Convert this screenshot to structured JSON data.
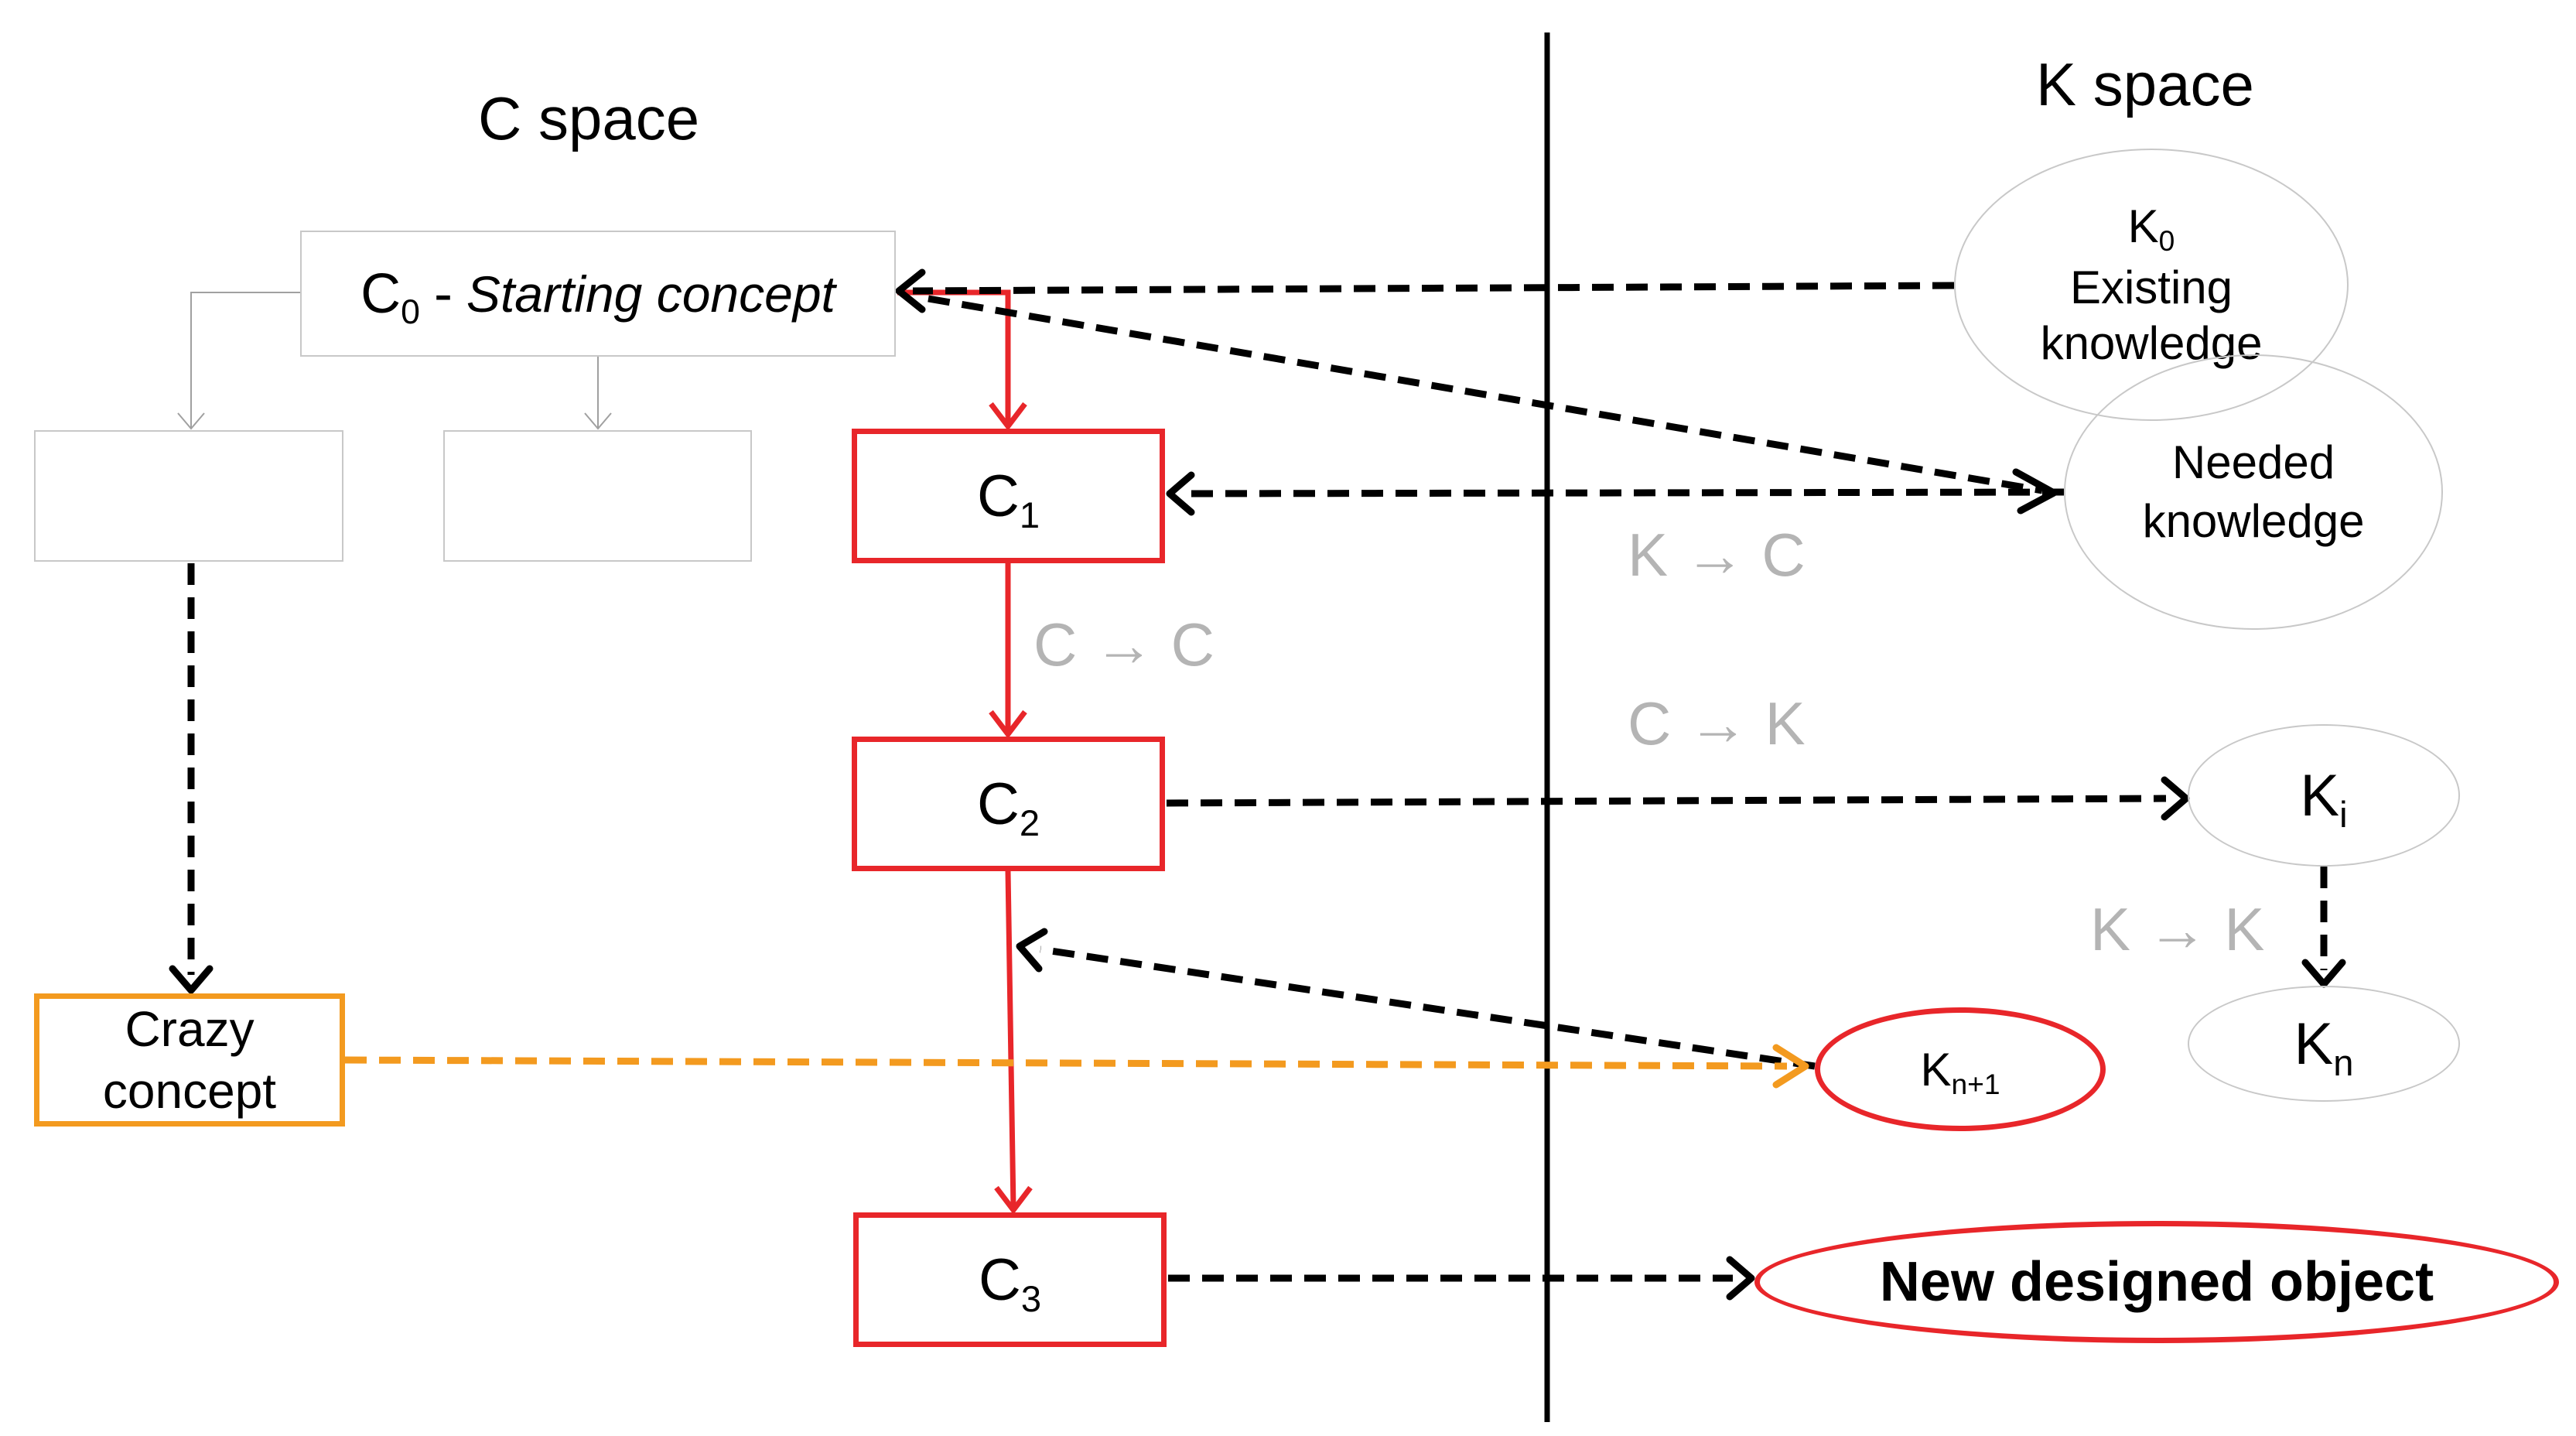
{
  "titles": {
    "c_space": "C space",
    "k_space": "K space"
  },
  "concepts": {
    "c0": {
      "main": "C",
      "sub": "0",
      "separator": "-",
      "desc": "Starting concept"
    },
    "c1": {
      "main": "C",
      "sub": "1"
    },
    "c2": {
      "main": "C",
      "sub": "2"
    },
    "c3": {
      "main": "C",
      "sub": "3"
    },
    "crazy": {
      "line1": "Crazy",
      "line2": "concept"
    }
  },
  "knowledge": {
    "k0": {
      "main": "K",
      "sub": "0",
      "line1": "Existing",
      "line2": "knowledge"
    },
    "needed": {
      "line1": "Needed",
      "line2": "knowledge"
    },
    "ki": {
      "main": "K",
      "sub": "i"
    },
    "kn": {
      "main": "K",
      "sub": "n"
    },
    "kn1": {
      "main": "K",
      "sub": "n+1"
    },
    "new_object": "New designed object"
  },
  "relations": {
    "k_to_c": "K → C",
    "c_to_c": "C → C",
    "c_to_k": "C → K",
    "k_to_k": "K → K"
  },
  "colors": {
    "red": "#e8262a",
    "orange": "#f39a1f",
    "black": "#000000",
    "gray_text": "#b4b4b4",
    "gray_line": "#a0a0a0"
  }
}
